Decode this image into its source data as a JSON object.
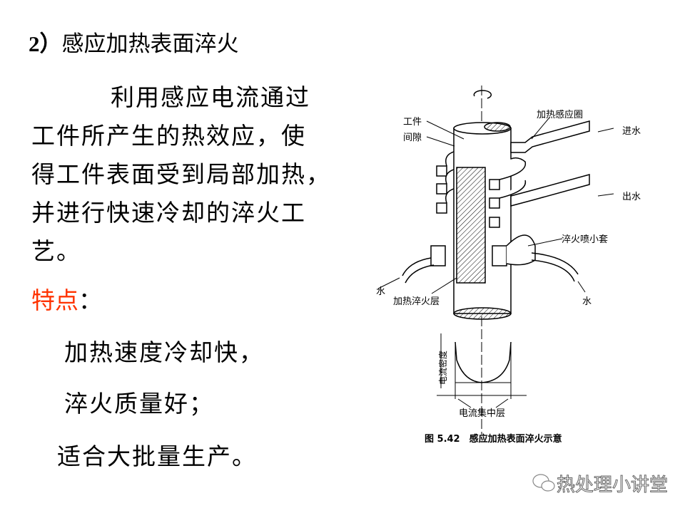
{
  "title": {
    "number": "2）",
    "text": "感应加热表面淬火"
  },
  "paragraph": [
    "利用感应电流通过",
    "工件所产生的热效应，使",
    "得工件表面受到局部加热，",
    "并进行快速冷却的淬火工",
    "艺。"
  ],
  "features": {
    "label": "特点",
    "colon": "：",
    "items": [
      "加热速度冷却快，",
      "淬火质量好；",
      "适合大批量生产。"
    ]
  },
  "figure": {
    "labels": {
      "workpiece": "工件",
      "gap": "间隙",
      "coil": "加热感应圈",
      "water_in": "进水",
      "water_out": "出水",
      "spray": "淬火喷小套",
      "water_left": "水",
      "water_right": "水",
      "layer": "加热淬火层",
      "density": "电流密度",
      "concentration": "电流集中层"
    },
    "caption": "图 5.42　感应加热表面淬火示意"
  },
  "watermark": "热处理小讲堂",
  "colors": {
    "accent": "#ff3300"
  }
}
